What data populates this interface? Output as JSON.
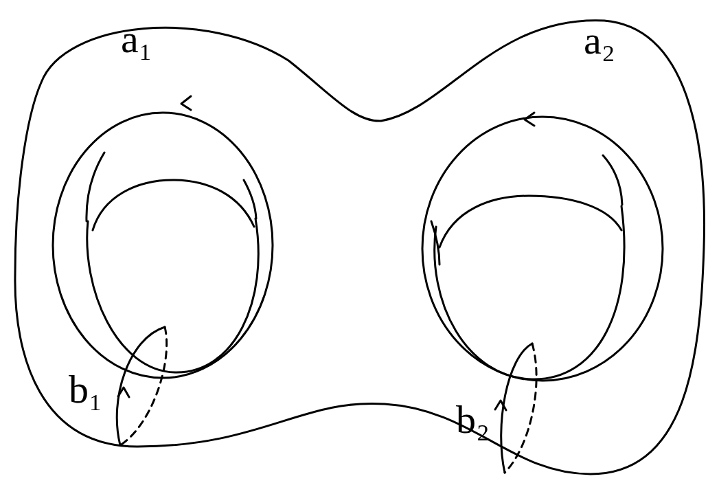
{
  "diagram": {
    "labels": [
      "a₁",
      "a₂",
      "b₁",
      "b₂"
    ]
  }
}
